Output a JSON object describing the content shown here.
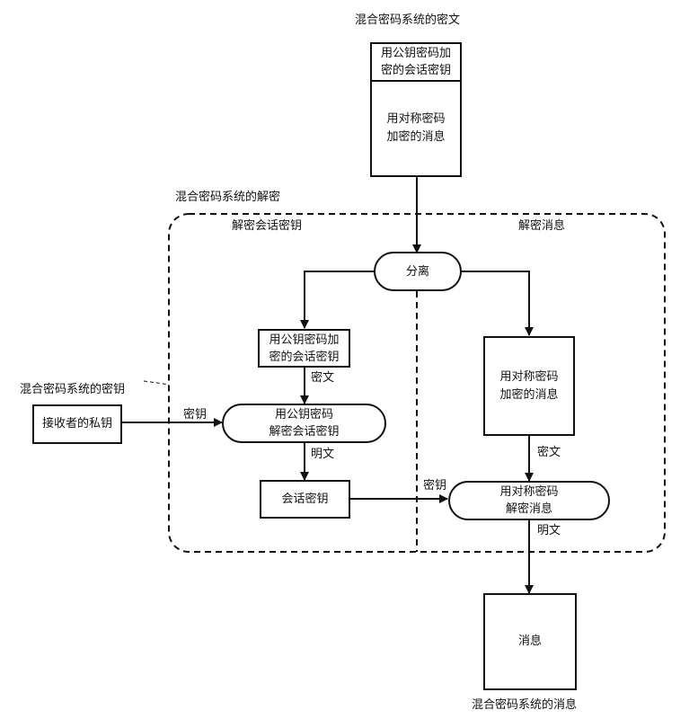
{
  "title": "混合密码系统的解密",
  "input": {
    "caption": "混合密码系统的密文",
    "top_cell": [
      "用公钥密码加",
      "密的会话密钥"
    ],
    "bottom_cell": [
      "用对称密码",
      "加密的消息"
    ]
  },
  "regions": {
    "outer_label": "混合密码系统的解密",
    "left_label": "解密会话密钥",
    "right_label": "解密消息"
  },
  "nodes": {
    "split": "分离",
    "encrypted_session_key": [
      "用公钥密码加",
      "密的会话密钥"
    ],
    "public_key_decrypt": [
      "用公钥密码",
      "解密会话密钥"
    ],
    "session_key": "会话密钥",
    "encrypted_message": [
      "用对称密码",
      "加密的消息"
    ],
    "symmetric_decrypt": [
      "用对称密码",
      "解密消息"
    ],
    "private_key": "接收者的私钥",
    "message": "消息"
  },
  "edge_labels": {
    "ciphertext_left": "密文",
    "key_left": "密钥",
    "plaintext_left": "明文",
    "key_right": "密钥",
    "ciphertext_right": "密文",
    "plaintext_right": "明文"
  },
  "captions": {
    "key_caption": "混合密码系统的密钥",
    "output_caption": "混合密码系统的消息"
  }
}
